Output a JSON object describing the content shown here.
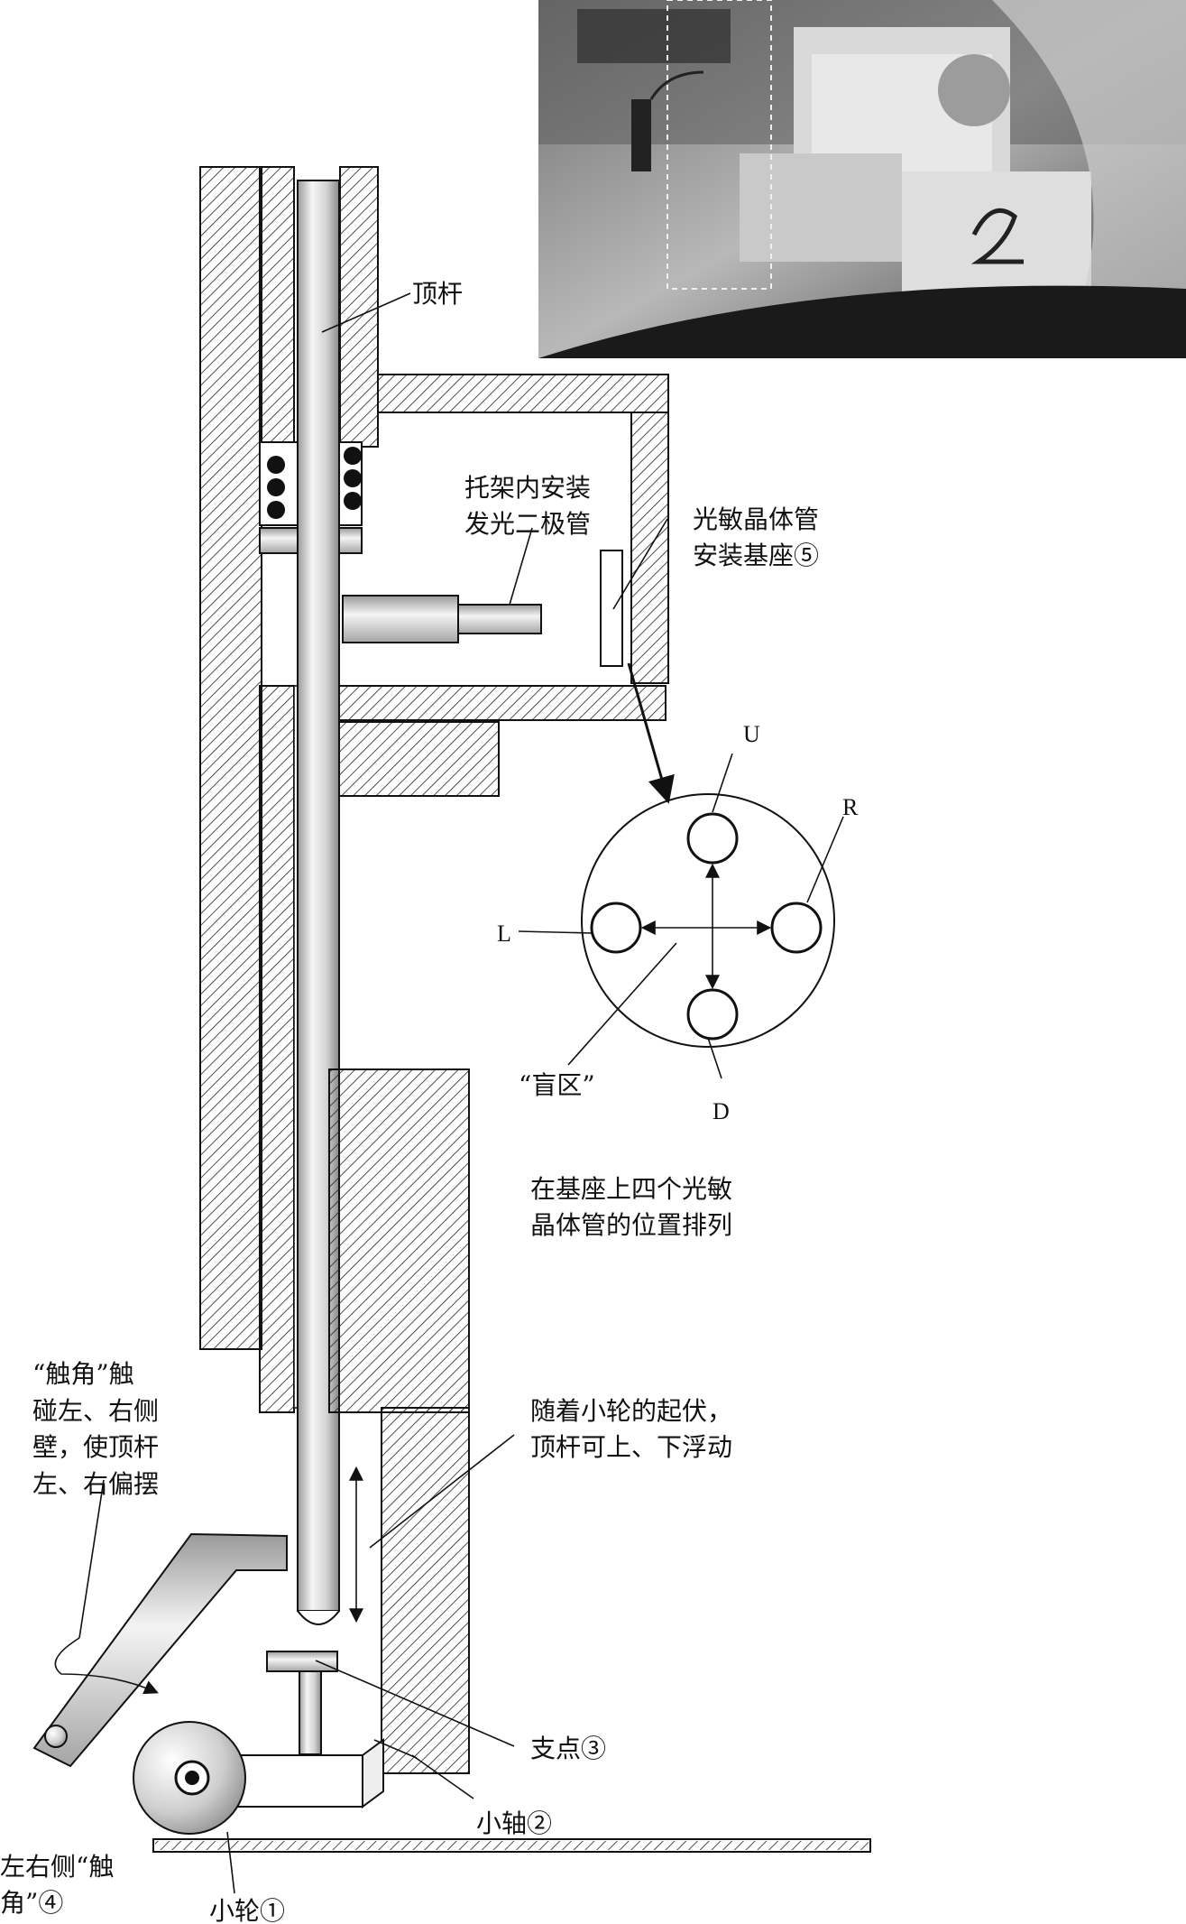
{
  "labels": {
    "push_rod": "顶杆",
    "led_line1": "托架内安装",
    "led_line2": "发光二极管",
    "photo_line1": "光敏晶体管",
    "photo_line2": "安装基座⑤",
    "dir_u": "U",
    "dir_r": "R",
    "dir_l": "L",
    "dir_d": "D",
    "blind_zone": "“盲区”",
    "arrangement_line1": "在基座上四个光敏",
    "arrangement_line2": "晶体管的位置排列",
    "feeler_line1": "“触角”触",
    "feeler_line2": "碰左、右侧",
    "feeler_line3": "壁，使顶杆",
    "feeler_line4": "左、右偏摆",
    "float_line1": "随着小轮的起伏，",
    "float_line2": "顶杆可上、下浮动",
    "fulcrum": "支点③",
    "small_shaft": "小轴②",
    "side_feeler_line1": "左右侧“触",
    "side_feeler_line2": "角”④",
    "small_wheel": "小轮①"
  },
  "colors": {
    "hatch": "#222222",
    "rod_light": "#f4f4f4",
    "rod_mid": "#cfcfcf",
    "rod_dark": "#8a8a8a",
    "photo_bg": "#9a9a9a"
  }
}
